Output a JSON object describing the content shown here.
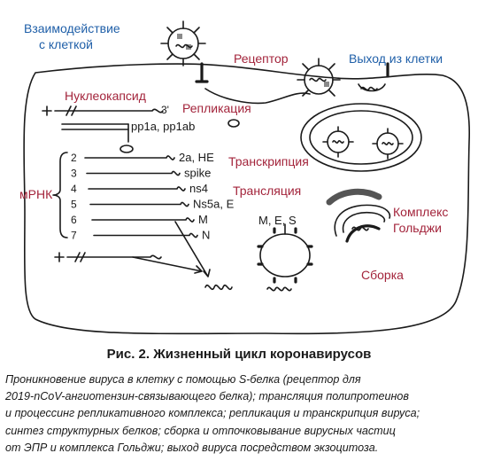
{
  "diagram": {
    "labels": {
      "interaction_l1": "Взаимодействие",
      "interaction_l2": "с клеткой",
      "receptor": "Рецептор",
      "exit": "Выход из клетки",
      "nucleocapsid": "Нуклеокапсид",
      "replication": "Репликация",
      "strand_3prime": "3'",
      "polyproteins": "pp1a, pp1ab",
      "transcription": "Транскрипция",
      "translation": "Трансляция",
      "mrna": "мРНК",
      "golgi_l1": "Комплекс",
      "golgi_l2": "Гольджи",
      "assembly": "Сборка",
      "mes": "M, E, S"
    },
    "mrna_numbers": [
      "2",
      "3",
      "4",
      "5",
      "6",
      "7"
    ],
    "mrna_products": [
      "2a, HE",
      "spike",
      "ns4",
      "Ns5a, E",
      "M",
      "N"
    ],
    "colors": {
      "blue_label": "#1f5fa8",
      "red_label": "#a3243b",
      "ink": "#1a1a1a",
      "gray_fill": "#8a8a8a"
    }
  },
  "caption": {
    "title": "Рис. 2. Жизненный цикл коронавирусов",
    "lines": [
      "Проникновение вируса в клетку с помощью S-белка (рецептор для",
      "2019-nCoV-ангиотензин-связывающего белка); трансляция полипротеинов",
      "и процессинг репликативного комплекса; репликация и транскрипция вируса;",
      "синтез структурных белков; сборка и отпочковывание вирусных частиц",
      "от ЭПР и комплекса Гольджи; выход вируса посредством экзоцитоза."
    ]
  }
}
